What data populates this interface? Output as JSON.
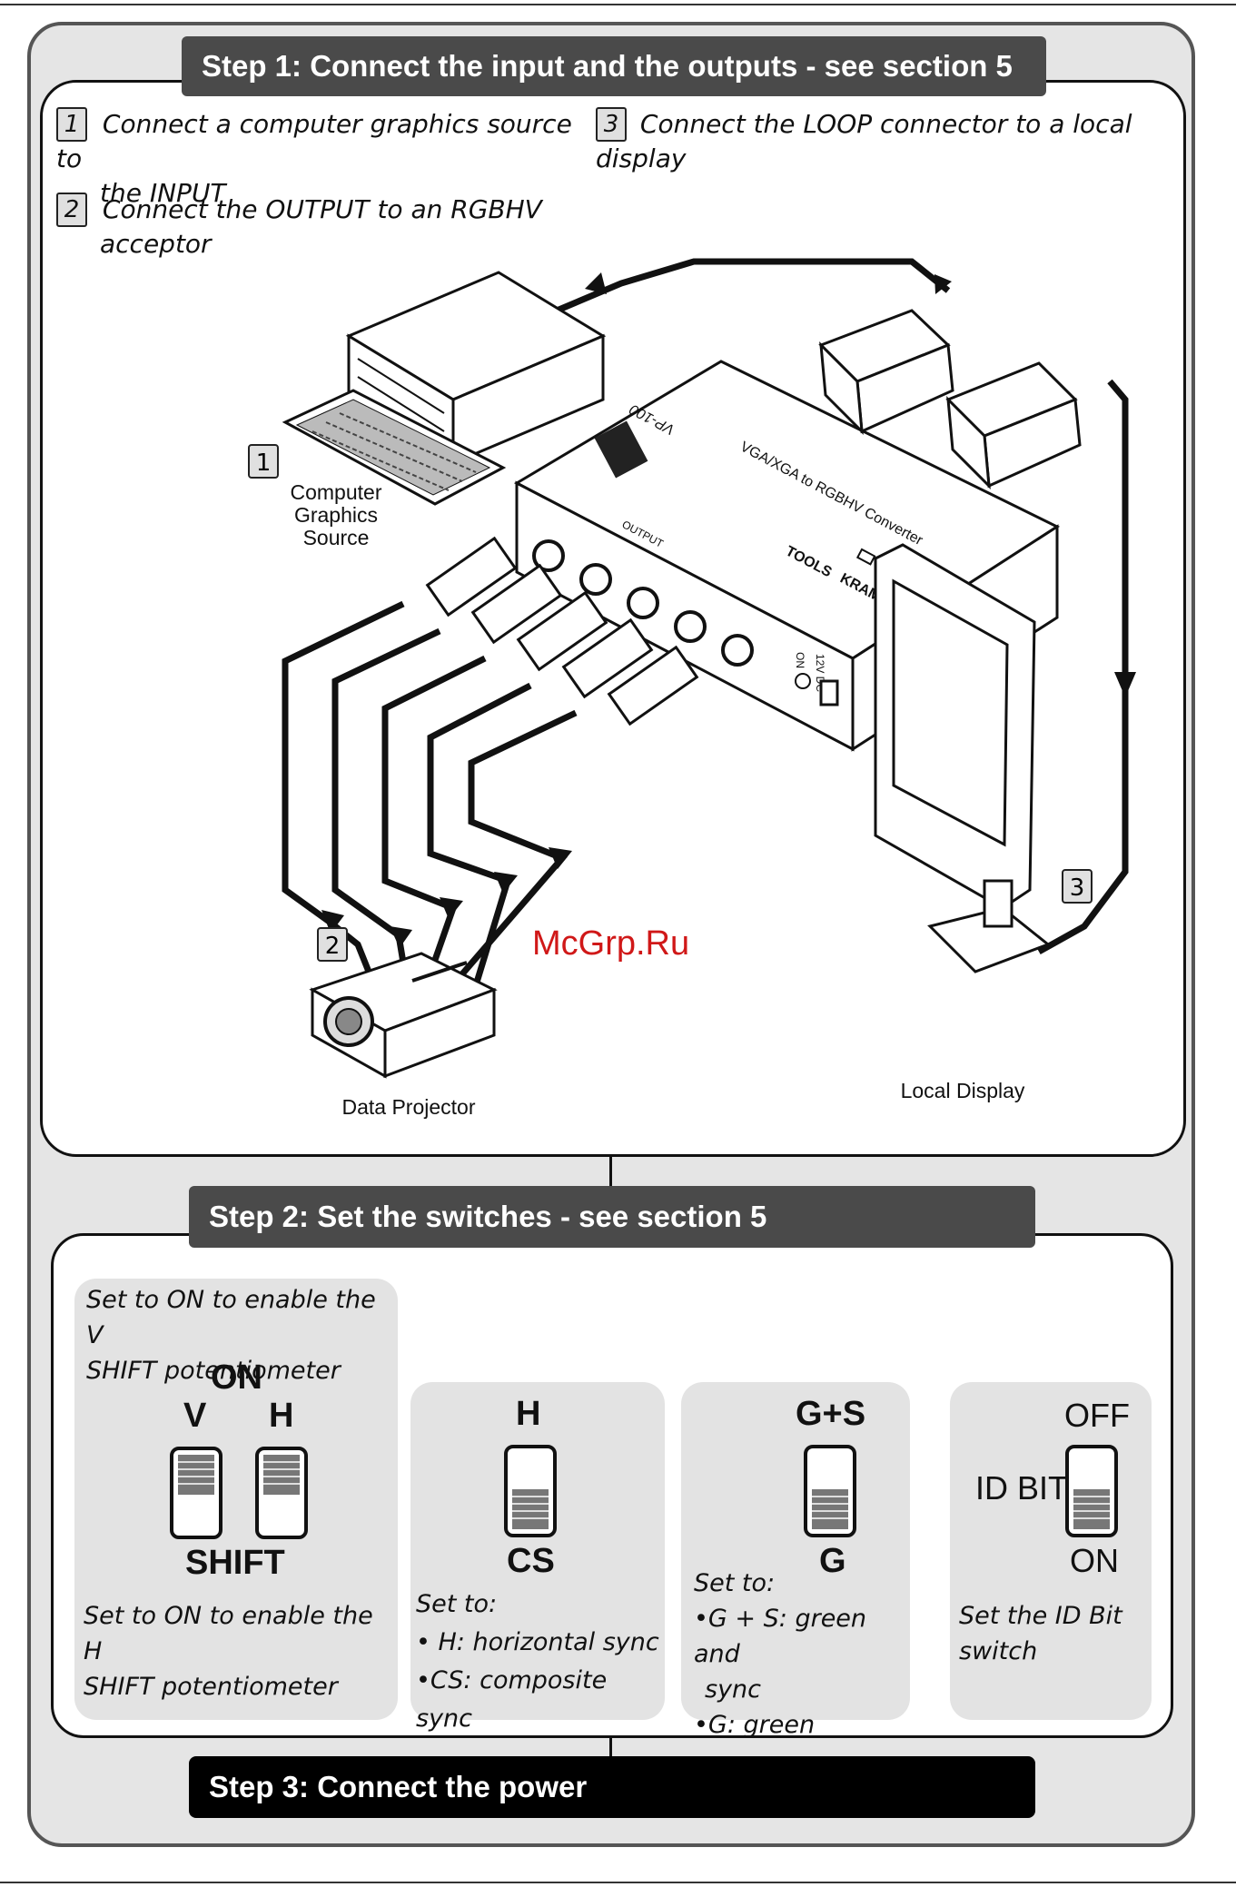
{
  "step1": {
    "banner": "Step 1: Connect the input and the outputs - see section 5",
    "instructions": [
      {
        "num": "1",
        "text_line1": "Connect a computer graphics source to",
        "text_line2": "the INPUT"
      },
      {
        "num": "2",
        "text_line1": "Connect the OUTPUT to an RGBHV",
        "text_line2": "acceptor"
      },
      {
        "num": "3",
        "text_line1": "Connect the LOOP connector to a local display"
      }
    ],
    "diagram": {
      "computer_num": "1",
      "computer_label_1": "Computer",
      "computer_label_2": "Graphics",
      "computer_label_3": "Source",
      "projector_num": "2",
      "projector_label": "Data Projector",
      "display_num": "3",
      "display_label": "Local Display",
      "device_model": "VP-100",
      "device_subtitle": "VGA/XGA to RGBHV Converter",
      "device_brand": "KRAMER",
      "device_series": "TOOLS",
      "output_label": "OUTPUT",
      "power_label": "12V DC",
      "on_label": "ON",
      "watermark": "McGrp.Ru"
    }
  },
  "step2": {
    "banner": "Step 2: Set the switches  - see section 5",
    "cards": {
      "vh": {
        "top_text_1": "Set to ON to enable the V",
        "top_text_2": "SHIFT potentiometer",
        "on_label": "ON",
        "v_label": "V",
        "h_label": "H",
        "shift_label": "SHIFT",
        "bottom_text_1": "Set to ON to enable the H",
        "bottom_text_2": "SHIFT potentiometer"
      },
      "hcs": {
        "top_label": "H",
        "bottom_label": "CS",
        "set_to": "Set to:",
        "opt1": "• H: horizontal sync",
        "opt2": "•CS: composite sync"
      },
      "gs": {
        "top_label": "G+S",
        "bottom_label": "G",
        "set_to": "Set to:",
        "opt1_a": "•G + S: green and",
        "opt1_b": "sync",
        "opt2": "•G: green"
      },
      "idbit": {
        "off_label": "OFF",
        "id_label": "ID BIT",
        "on_label": "ON",
        "text_1": "Set the ID Bit",
        "text_2": "switch"
      }
    }
  },
  "step3": {
    "banner": "Step 3: Connect the power"
  }
}
